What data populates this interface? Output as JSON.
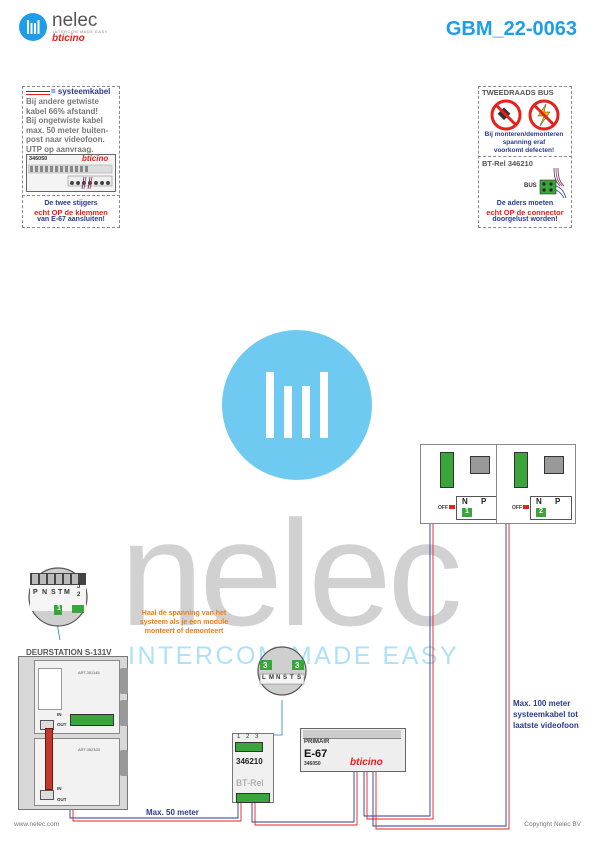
{
  "header": {
    "brand_name": "nelec",
    "brand_tagline": "INTERCOM MADE EASY",
    "brand_partner": "bticino",
    "doc_code": "GBM_22-0063"
  },
  "colors": {
    "accent_blue": "#1e9ee8",
    "dark_blue": "#2a3b8f",
    "red": "#e8201c",
    "orange": "#f07d14",
    "green": "#3aa53a",
    "watermark_gray": "#9a9a9a",
    "watermark_blue": "#5ec4f0"
  },
  "legend_left": {
    "cable_label": "= systeemkabel",
    "text_lines": [
      "Bij andere getwiste",
      "kabel 66% afstand!",
      "Bij ongetwiste kabel",
      "max. 50 meter buiten-",
      "post naar videofoon.",
      "UTP op aanvraag."
    ],
    "module_code": "346050",
    "module_brand": "bticino",
    "note_line1": "De twee stijgers",
    "note_line2": "echt OP de klemmen",
    "note_line3": "van E-67 aansluiten!"
  },
  "legend_right": {
    "title": "TWEEDRAADS BUS",
    "warning_line1": "Bij monteren/demonteren",
    "warning_line2": "spanning eraf",
    "warning_line3": "voorkomt defecten!",
    "relay_title": "BT-Rel 346210",
    "bus_label": "BUS",
    "note_line1": "De aders moeten",
    "note_line2": "echt OP de connector",
    "note_line3": "doorgelust worden!"
  },
  "watermark": {
    "word": "nelec",
    "tagline": "INTERCOM MADE EASY"
  },
  "door_station": {
    "title": "DEURSTATION S-131V",
    "zoom_labels": [
      "P",
      "N",
      "S",
      "T",
      "M"
    ],
    "zoom_side": [
      "J",
      "2"
    ],
    "zoom_number": "1",
    "module_code_top": "ART.351145",
    "module_code_bottom": "ART.352330",
    "in_label": "IN",
    "out_label": "OUT",
    "warning_line1": "Haal de spanning van het",
    "warning_line2": "systeem als je een module",
    "warning_line3": "monteert of demonteert"
  },
  "relay": {
    "terminal_numbers": [
      "1",
      "2",
      "3"
    ],
    "code": "346210",
    "name": "BT-Rel",
    "zoom_left": "3",
    "zoom_right": "3",
    "zoom_labels": [
      "L",
      "M",
      "N",
      "S",
      "T",
      "S"
    ]
  },
  "power_supply": {
    "label_primary": "PRIMAIR",
    "model": "E-67",
    "code": "346050",
    "brand": "bticino"
  },
  "monitors": [
    {
      "off_label": "OFF",
      "n_label": "N",
      "p_label": "P",
      "number": "1"
    },
    {
      "off_label": "OFF",
      "n_label": "N",
      "p_label": "P",
      "number": "2"
    }
  ],
  "annotations": {
    "max_100_line1": "Max. 100 meter",
    "max_100_line2": "systeemkabel tot",
    "max_100_line3": "laatste videofoon",
    "max_50": "Max. 50 meter"
  },
  "footer": {
    "website": "www.nelec.com",
    "copyright": "Copyright Nelec BV"
  }
}
